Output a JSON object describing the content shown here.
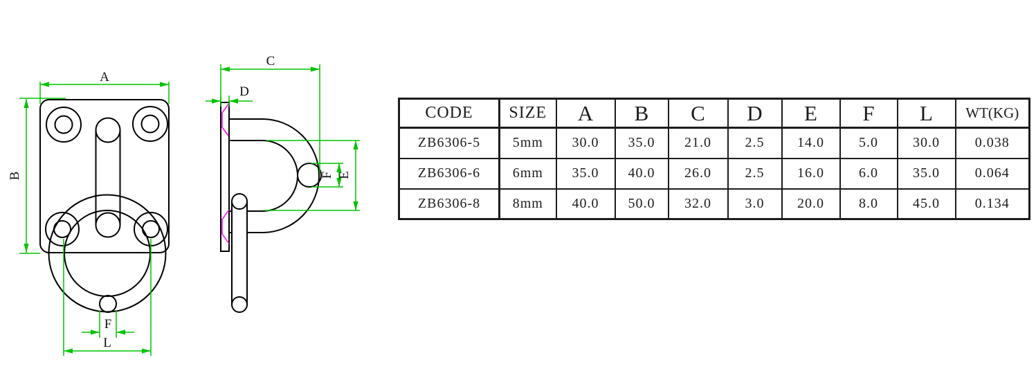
{
  "drawing": {
    "front_view": {
      "labels": {
        "A": "A",
        "B": "B",
        "F": "F",
        "L": "L"
      }
    },
    "side_view": {
      "labels": {
        "C": "C",
        "D": "D",
        "E": "E",
        "F": "F"
      }
    },
    "colors": {
      "dimension_green": "#00c300",
      "countersink_magenta": "#ff00ff",
      "line_black": "#000000"
    }
  },
  "table": {
    "headers": [
      "CODE",
      "SIZE",
      "A",
      "B",
      "C",
      "D",
      "E",
      "F",
      "L",
      "WT(KG)"
    ],
    "rows": [
      [
        "ZB6306-5",
        "5mm",
        "30.0",
        "35.0",
        "21.0",
        "2.5",
        "14.0",
        "5.0",
        "30.0",
        "0.038"
      ],
      [
        "ZB6306-6",
        "6mm",
        "35.0",
        "40.0",
        "26.0",
        "2.5",
        "16.0",
        "6.0",
        "35.0",
        "0.064"
      ],
      [
        "ZB6306-8",
        "8mm",
        "40.0",
        "50.0",
        "32.0",
        "3.0",
        "20.0",
        "8.0",
        "45.0",
        "0.134"
      ]
    ]
  }
}
